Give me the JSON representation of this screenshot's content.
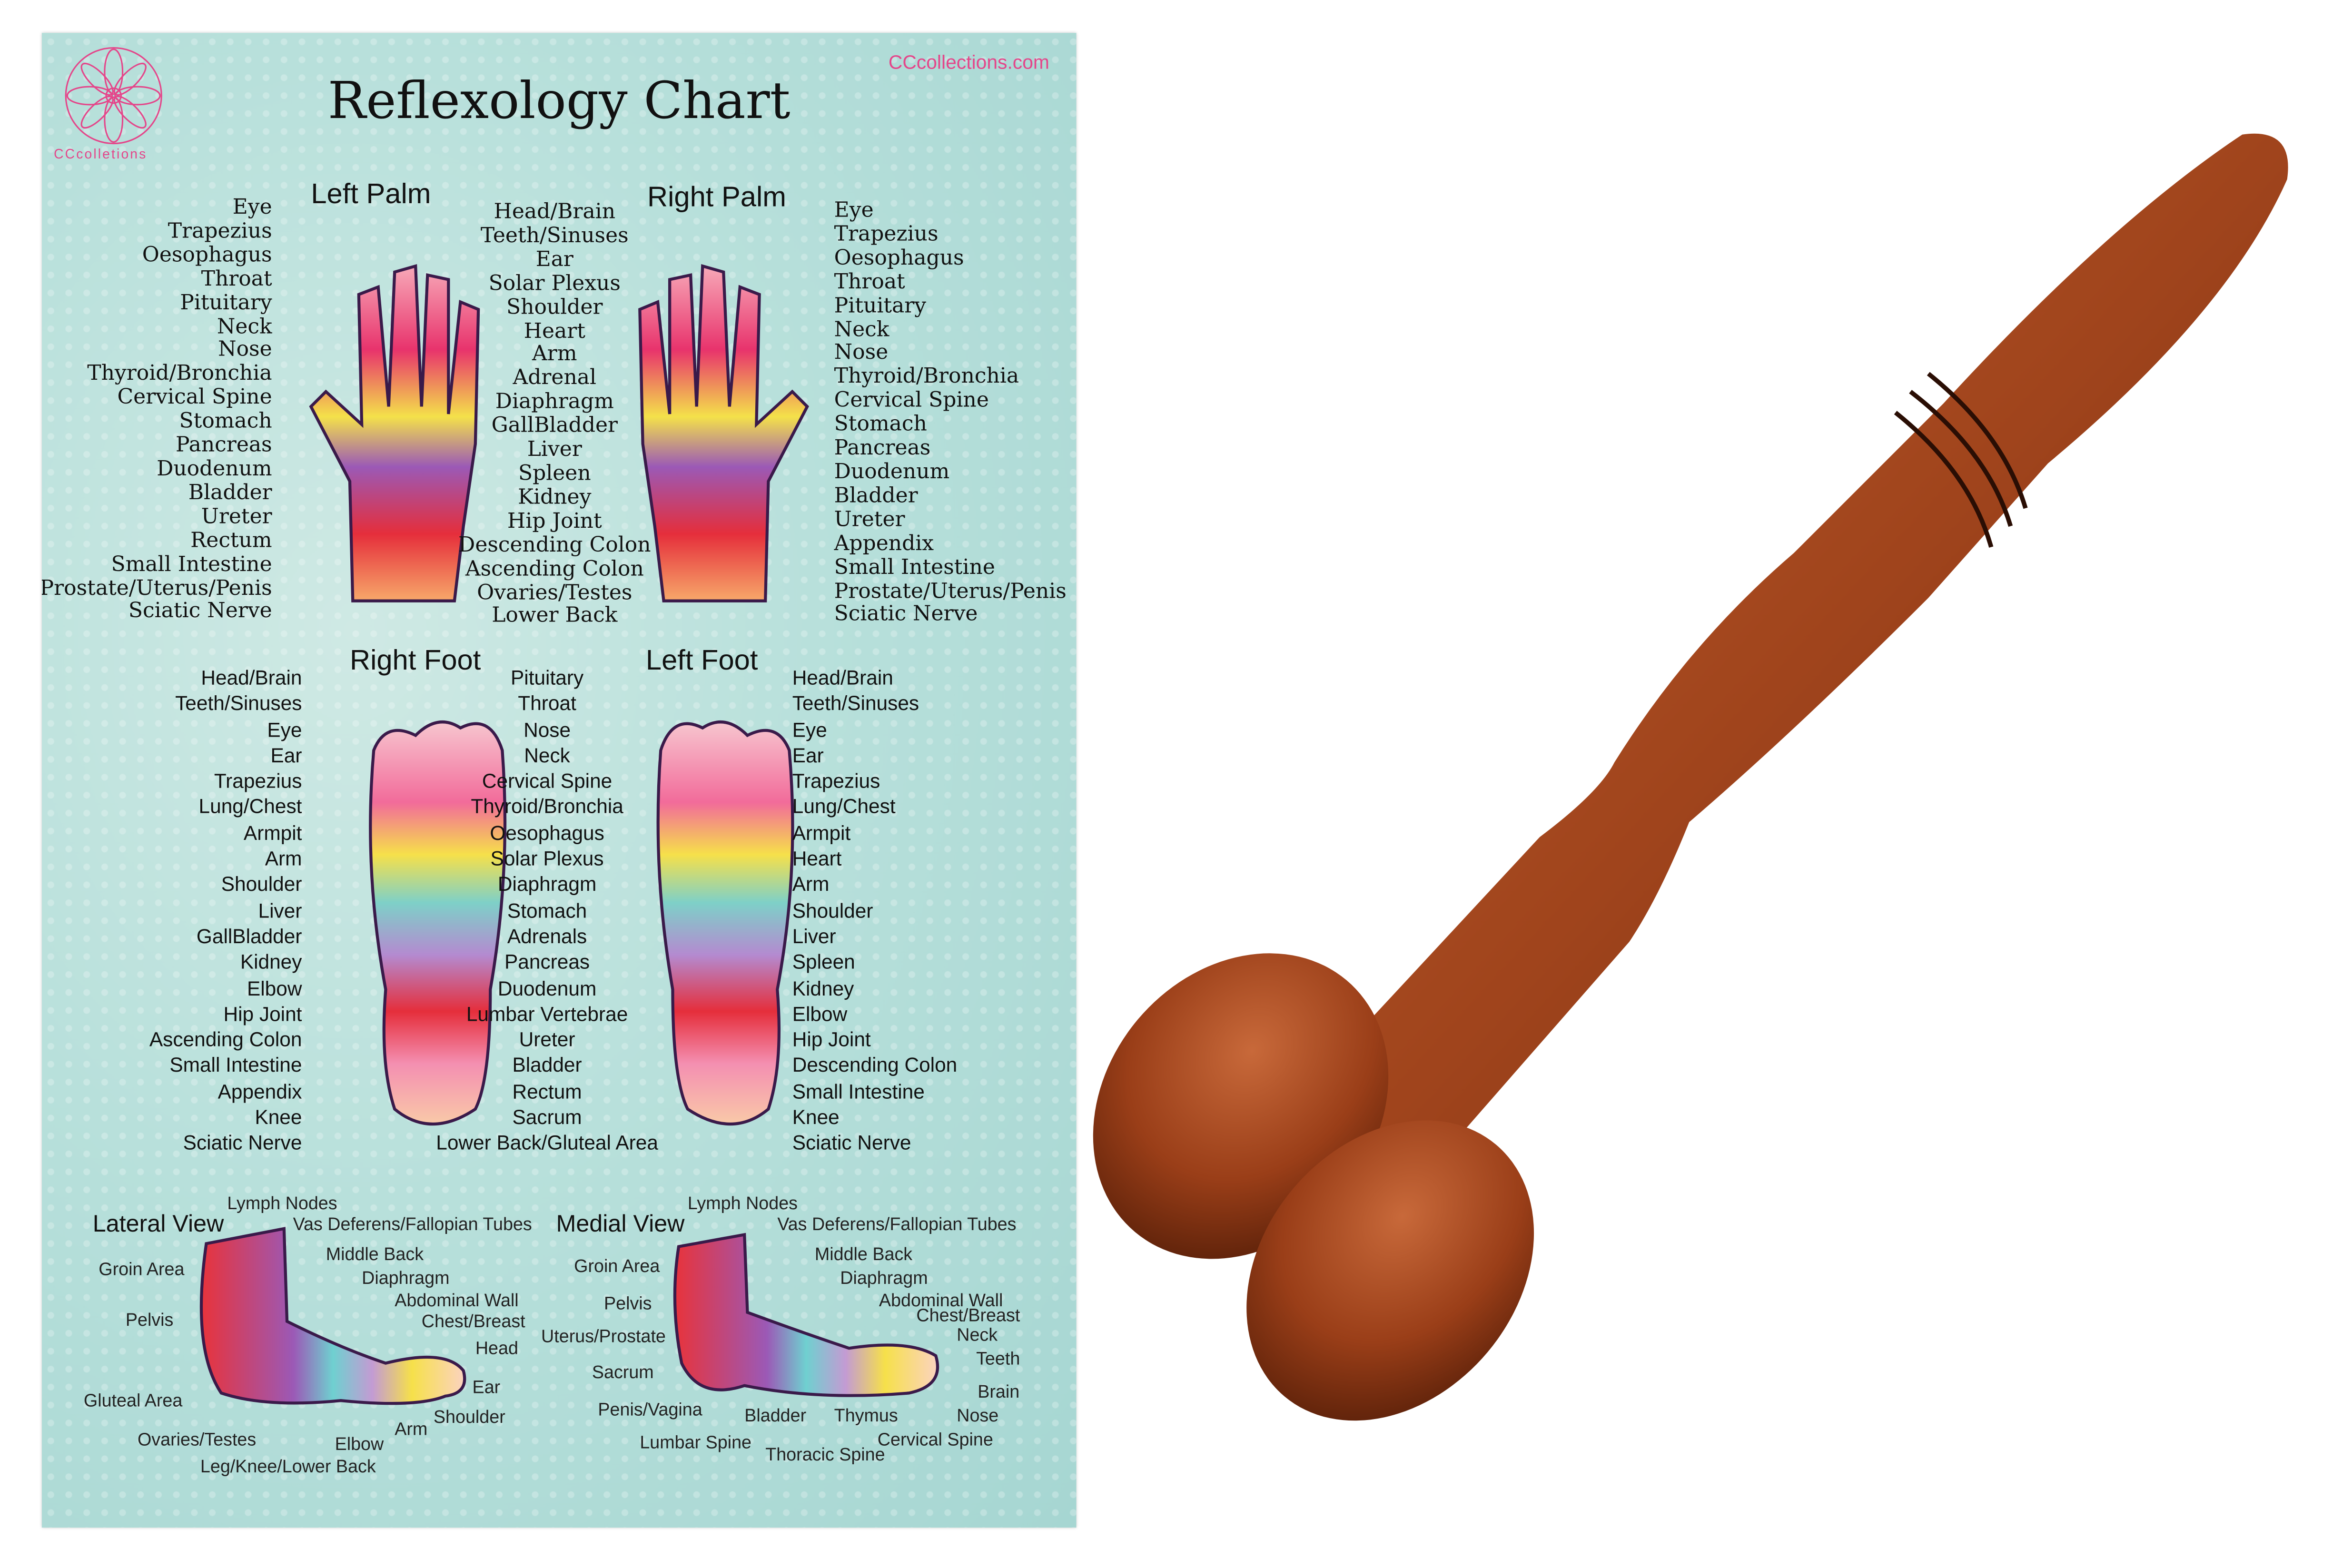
{
  "chart": {
    "title": "Reflexology Chart",
    "website": "CCcollections.com",
    "logo_text": "CCcolletions",
    "colors": {
      "background": "#b8e0db",
      "brand_pink": "#e4468a",
      "wood": "#a0441c"
    },
    "left_palm": {
      "heading": "Left Palm",
      "labels": [
        "Eye",
        "Trapezius",
        "Oesophagus",
        "Throat",
        "Pituitary",
        "Neck",
        "Nose",
        "Thyroid/Bronchia",
        "Cervical Spine",
        "Stomach",
        "Pancreas",
        "Duodenum",
        "Bladder",
        "Ureter",
        "Rectum",
        "Small Intestine",
        "Prostate/Uterus/Penis",
        "Sciatic Nerve"
      ]
    },
    "palm_center_labels": [
      "Head/Brain",
      "Teeth/Sinuses",
      "Ear",
      "Solar Plexus",
      "Shoulder",
      "Heart",
      "Arm",
      "Adrenal",
      "Diaphragm",
      "GallBladder",
      "Liver",
      "Spleen",
      "Kidney",
      "Hip Joint",
      "Descending Colon",
      "Ascending Colon",
      "Ovaries/Testes",
      "Lower Back"
    ],
    "right_palm": {
      "heading": "Right Palm",
      "labels": [
        "Eye",
        "Trapezius",
        "Oesophagus",
        "Throat",
        "Pituitary",
        "Neck",
        "Nose",
        "Thyroid/Bronchia",
        "Cervical Spine",
        "Stomach",
        "Pancreas",
        "Duodenum",
        "Bladder",
        "Ureter",
        "Appendix",
        "Small Intestine",
        "Prostate/Uterus/Penis",
        "Sciatic Nerve"
      ]
    },
    "right_foot": {
      "heading": "Right Foot",
      "labels": [
        "Head/Brain",
        "Teeth/Sinuses",
        "Eye",
        "Ear",
        "Trapezius",
        "Lung/Chest",
        "Armpit",
        "Arm",
        "Shoulder",
        "Liver",
        "GallBladder",
        "Kidney",
        "Elbow",
        "Hip Joint",
        "Ascending Colon",
        "Small Intestine",
        "Appendix",
        "Knee",
        "Sciatic Nerve"
      ]
    },
    "foot_center_labels": [
      "Pituitary",
      "Throat",
      "Nose",
      "Neck",
      "Cervical Spine",
      "Thyroid/Bronchia",
      "Oesophagus",
      "Solar Plexus",
      "Diaphragm",
      "Stomach",
      "Adrenals",
      "Pancreas",
      "Duodenum",
      "Lumbar Vertebrae",
      "Ureter",
      "Bladder",
      "Rectum",
      "Sacrum",
      "Lower Back/Gluteal Area"
    ],
    "left_foot": {
      "heading": "Left Foot",
      "labels": [
        "Head/Brain",
        "Teeth/Sinuses",
        "Eye",
        "Ear",
        "Trapezius",
        "Lung/Chest",
        "Armpit",
        "Heart",
        "Arm",
        "Shoulder",
        "Liver",
        "Spleen",
        "Kidney",
        "Elbow",
        "Hip Joint",
        "Descending Colon",
        "Small Intestine",
        "Knee",
        "Sciatic Nerve"
      ]
    },
    "lateral_view": {
      "heading": "Lateral View",
      "labels": [
        "Lymph Nodes",
        "Vas Deferens/Fallopian Tubes",
        "Middle Back",
        "Diaphragm",
        "Abdominal Wall",
        "Chest/Breast",
        "Head",
        "Ear",
        "Shoulder",
        "Arm",
        "Elbow",
        "Leg/Knee/Lower Back",
        "Ovaries/Testes",
        "Gluteal Area",
        "Pelvis",
        "Groin Area"
      ]
    },
    "medial_view": {
      "heading": "Medial View",
      "labels": [
        "Lymph Nodes",
        "Vas Deferens/Fallopian Tubes",
        "Middle Back",
        "Diaphragm",
        "Abdominal Wall",
        "Chest/Breast",
        "Neck",
        "Teeth",
        "Brain",
        "Nose",
        "Cervical Spine",
        "Thoracic Spine",
        "Thymus",
        "Bladder",
        "Lumbar Spine",
        "Penis/Vagina",
        "Sacrum",
        "Uterus/Prostate",
        "Pelvis",
        "Groin Area"
      ]
    }
  },
  "product": {
    "icon": "wooden-massage-roller-icon"
  }
}
